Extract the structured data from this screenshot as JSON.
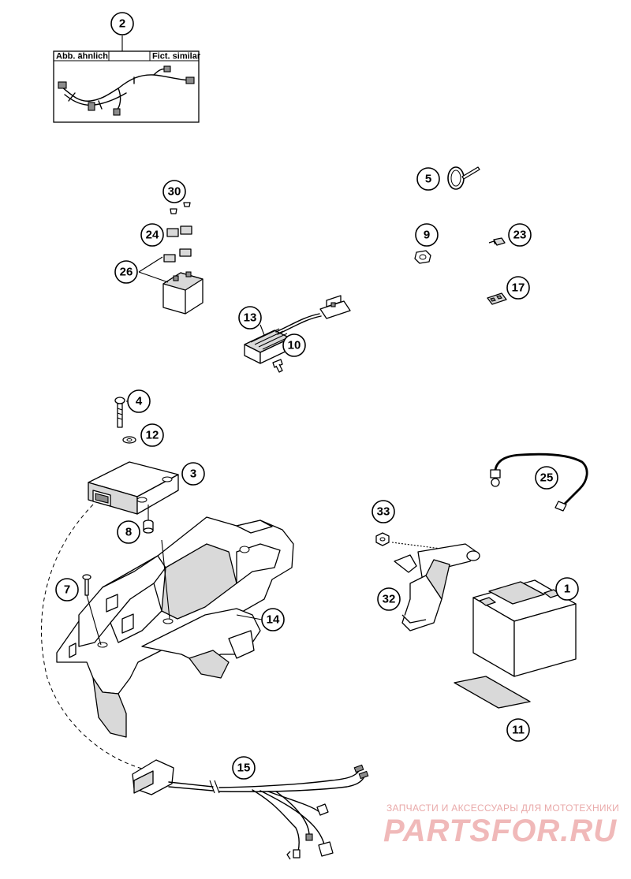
{
  "inset_box": {
    "left_label": "Abb. ähnlich",
    "right_label": "Fict. similar"
  },
  "callouts": [
    {
      "id": "2",
      "label": "2"
    },
    {
      "id": "30",
      "label": "30"
    },
    {
      "id": "24",
      "label": "24"
    },
    {
      "id": "26",
      "label": "26"
    },
    {
      "id": "5",
      "label": "5"
    },
    {
      "id": "9",
      "label": "9"
    },
    {
      "id": "23",
      "label": "23"
    },
    {
      "id": "17",
      "label": "17"
    },
    {
      "id": "13",
      "label": "13"
    },
    {
      "id": "10",
      "label": "10"
    },
    {
      "id": "4",
      "label": "4"
    },
    {
      "id": "12",
      "label": "12"
    },
    {
      "id": "3",
      "label": "3"
    },
    {
      "id": "8",
      "label": "8"
    },
    {
      "id": "7",
      "label": "7"
    },
    {
      "id": "14",
      "label": "14"
    },
    {
      "id": "25",
      "label": "25"
    },
    {
      "id": "33",
      "label": "33"
    },
    {
      "id": "32",
      "label": "32"
    },
    {
      "id": "1",
      "label": "1"
    },
    {
      "id": "11",
      "label": "11"
    },
    {
      "id": "15",
      "label": "15"
    }
  ],
  "watermark": {
    "line1": "ЗАПЧАСТИ И АКСЕССУАРЫ ДЛЯ МОТОТЕХНИКИ",
    "line2": "PARTSFOR.RU"
  }
}
